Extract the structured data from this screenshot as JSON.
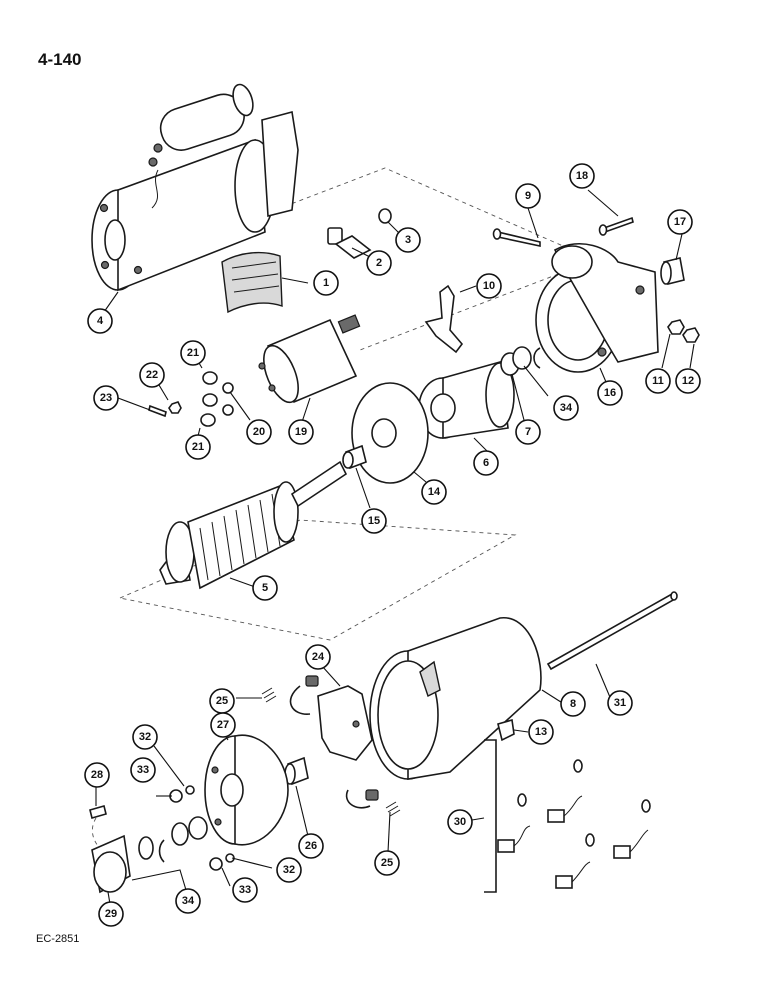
{
  "page_number": "4-140",
  "figure_code": "EC-2851",
  "callouts": [
    {
      "id": "c1",
      "label": "1"
    },
    {
      "id": "c2",
      "label": "2"
    },
    {
      "id": "c3",
      "label": "3"
    },
    {
      "id": "c4",
      "label": "4"
    },
    {
      "id": "c5",
      "label": "5"
    },
    {
      "id": "c6",
      "label": "6"
    },
    {
      "id": "c7",
      "label": "7"
    },
    {
      "id": "c8",
      "label": "8"
    },
    {
      "id": "c9",
      "label": "9"
    },
    {
      "id": "c10",
      "label": "10"
    },
    {
      "id": "c11",
      "label": "11"
    },
    {
      "id": "c12",
      "label": "12"
    },
    {
      "id": "c13",
      "label": "13"
    },
    {
      "id": "c14",
      "label": "14"
    },
    {
      "id": "c15",
      "label": "15"
    },
    {
      "id": "c16",
      "label": "16"
    },
    {
      "id": "c17",
      "label": "17"
    },
    {
      "id": "c18",
      "label": "18"
    },
    {
      "id": "c19",
      "label": "19"
    },
    {
      "id": "c20",
      "label": "20"
    },
    {
      "id": "c21a",
      "label": "21"
    },
    {
      "id": "c21b",
      "label": "21"
    },
    {
      "id": "c22",
      "label": "22"
    },
    {
      "id": "c23",
      "label": "23"
    },
    {
      "id": "c24",
      "label": "24"
    },
    {
      "id": "c25a",
      "label": "25"
    },
    {
      "id": "c25b",
      "label": "25"
    },
    {
      "id": "c26",
      "label": "26"
    },
    {
      "id": "c27",
      "label": "27"
    },
    {
      "id": "c28",
      "label": "28"
    },
    {
      "id": "c29",
      "label": "29"
    },
    {
      "id": "c30",
      "label": "30"
    },
    {
      "id": "c31",
      "label": "31"
    },
    {
      "id": "c32a",
      "label": "32"
    },
    {
      "id": "c32b",
      "label": "32"
    },
    {
      "id": "c33a",
      "label": "33"
    },
    {
      "id": "c33b",
      "label": "33"
    },
    {
      "id": "c34a",
      "label": "34"
    },
    {
      "id": "c34b",
      "label": "34"
    }
  ]
}
